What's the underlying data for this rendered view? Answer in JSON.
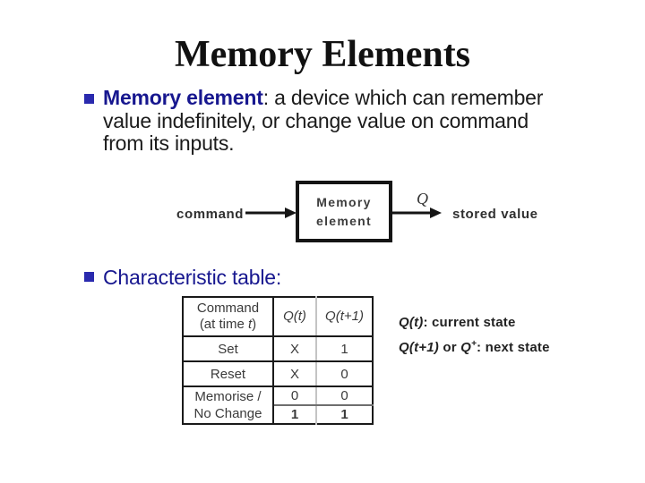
{
  "colors": {
    "accent_navy": "#17178F",
    "bullet_blue": "#2A2AAE"
  },
  "slide_title": "Memory Elements",
  "bullet1": {
    "lead": "Memory element",
    "line1_rest": ": a device which can remember",
    "line2": "value indefinitely, or change value on command",
    "line3": "from its inputs."
  },
  "diagram": {
    "input_label": "command",
    "box": {
      "line1": "Memory",
      "line2": "element"
    },
    "signal_label": "Q",
    "output_label": "stored value"
  },
  "bullet2_label": "Characteristic table:",
  "char_table": {
    "header": {
      "command_line1": "Command",
      "command_line2_pre": "(at time ",
      "command_line2_t": "t",
      "command_line2_post": ")",
      "qt": "Q(t)",
      "qt1": "Q(t+1)"
    },
    "rows": [
      {
        "command": "Set",
        "qt": "X",
        "qt1": "1"
      },
      {
        "command": "Reset",
        "qt": "X",
        "qt1": "0"
      }
    ],
    "memorise": {
      "label_line1": "Memorise /",
      "label_line2": "No Change",
      "sub_rows": [
        {
          "qt": "0",
          "qt1": "0"
        },
        {
          "qt": "1",
          "qt1": "1"
        }
      ]
    }
  },
  "notes": {
    "line1_q": "Q(t)",
    "line1_rest": ": current state",
    "line2_q": "Q(t+1)",
    "line2_mid": " or ",
    "line2_q2": "Q",
    "line2_sup": "+",
    "line2_rest": ": next state"
  }
}
